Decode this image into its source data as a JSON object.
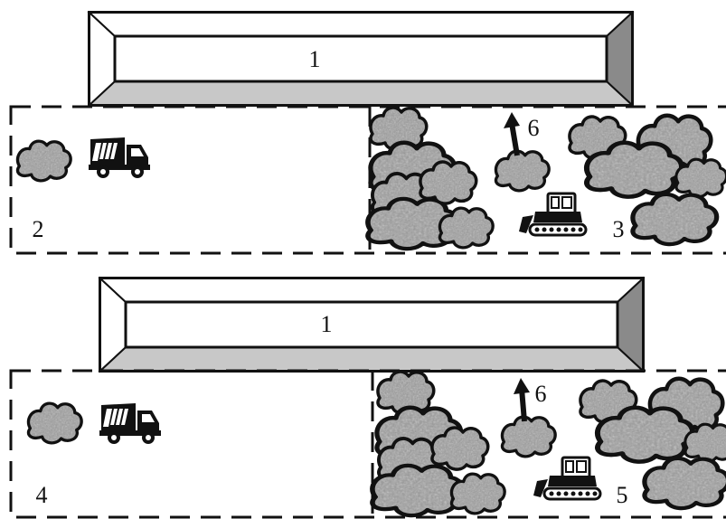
{
  "top_panel": {
    "building_label": "1",
    "left_zone_label": "2",
    "right_zone_label": "3",
    "arrow_label": "6"
  },
  "bottom_panel": {
    "building_label": "1",
    "left_zone_label": "4",
    "right_zone_label": "5",
    "arrow_label": "6"
  }
}
